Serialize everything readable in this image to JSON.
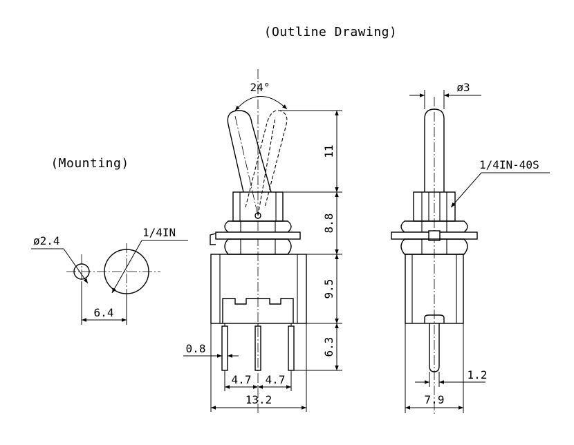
{
  "titles": {
    "outline": "(Outline Drawing)",
    "mounting": "(Mounting)"
  },
  "mounting": {
    "small_hole_dia": "ø2.4",
    "large_hole_dia": "1/4IN",
    "hole_spacing": "6.4"
  },
  "front_view": {
    "angle": "24°",
    "lever_height": "11",
    "bushing_height": "8.8",
    "body_height": "9.5",
    "terminal_length": "6.3",
    "terminal_width": "0.8",
    "pitch_left": "4.7",
    "pitch_right": "4.7",
    "body_width": "13.2"
  },
  "side_view": {
    "lever_dia": "ø3",
    "thread": "1/4IN-40S",
    "terminal_thickness": "1.2",
    "body_depth": "7.9"
  }
}
